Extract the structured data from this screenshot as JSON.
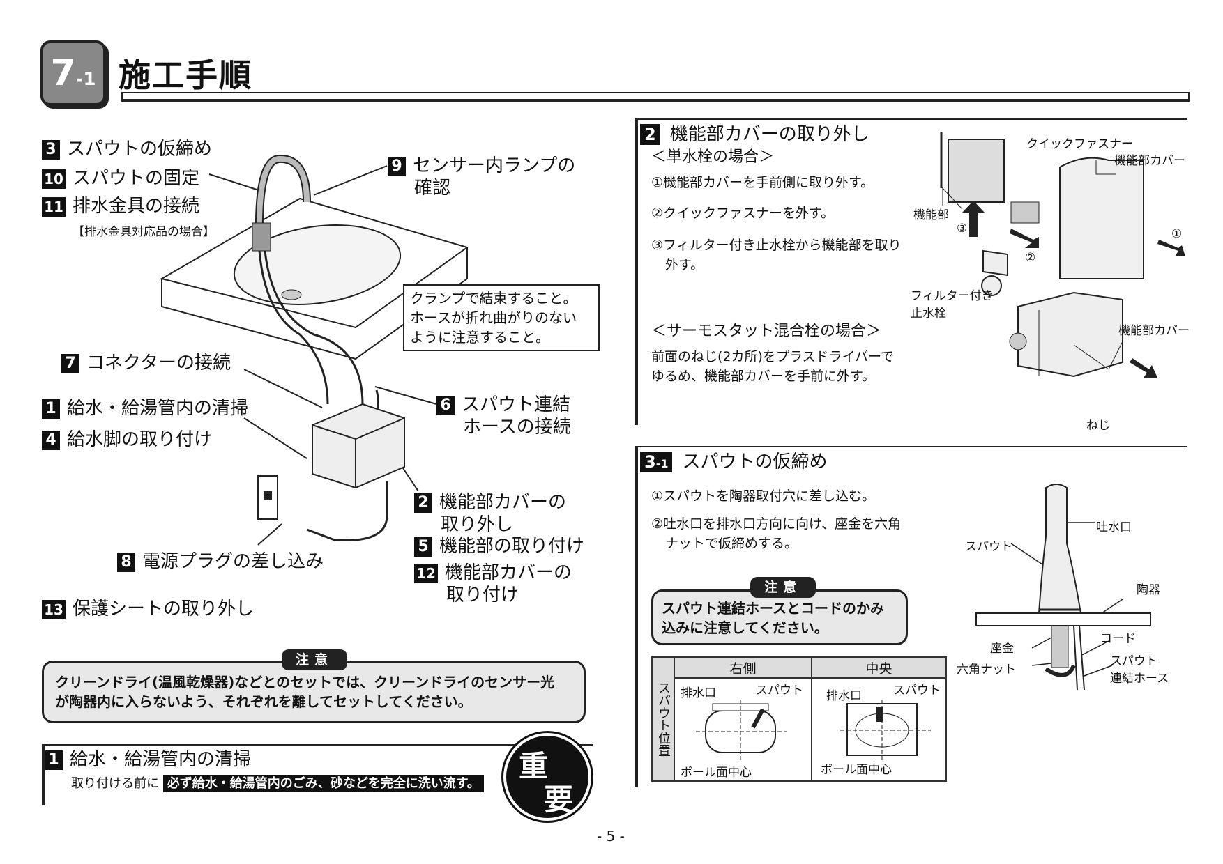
{
  "header": {
    "chapter": "7",
    "chapter_sub": "-1",
    "title": "施工手順"
  },
  "left": {
    "steps": [
      {
        "n": "3",
        "label": "スパウトの仮締め"
      },
      {
        "n": "10",
        "label": "スパウトの固定"
      },
      {
        "n": "11",
        "label": "排水金具の接続"
      },
      {
        "n": "7",
        "label": "コネクターの接続"
      },
      {
        "n": "1",
        "label": "給水・給湯管内の清掃"
      },
      {
        "n": "4",
        "label": "給水脚の取り付け"
      },
      {
        "n": "8",
        "label": "電源プラグの差し込み"
      },
      {
        "n": "13",
        "label": "保護シートの取り外し"
      },
      {
        "n": "9",
        "label": "センサー内ランプの",
        "label2": "確認"
      },
      {
        "n": "6",
        "label": "スパウト連結",
        "label2": "ホースの接続"
      },
      {
        "n": "2",
        "label": "機能部カバーの",
        "label2": "取り外し"
      },
      {
        "n": "5",
        "label": "機能部の取り付け"
      },
      {
        "n": "12",
        "label": "機能部カバーの",
        "label2": "取り付け"
      }
    ],
    "drain_note": "【排水金具対応品の場合】",
    "clamp_note": [
      "クランプで結束すること。",
      "ホースが折れ曲がりのない",
      "ように注意すること。"
    ],
    "caution_tag": "注意",
    "caution_text": [
      "クリーンドライ(温風乾燥器)などとのセットでは、クリーンドライのセンサー光",
      "が陶器内に入らないよう、それぞれを離してセットしてください。"
    ],
    "section1": {
      "n": "1",
      "title": "給水・給湯管内の清掃",
      "pre": "取り付ける前に",
      "highlight": "必ず給水・給湯管内のごみ、砂などを完全に洗い流す。"
    },
    "important": [
      "重",
      "要"
    ]
  },
  "right": {
    "s2": {
      "n": "2",
      "title": "機能部カバーの取り外し",
      "case1": "＜単水栓の場合＞",
      "step1": "①機能部カバーを手前側に取り外す。",
      "step2": "②クイックファスナーを外す。",
      "step3a": "③フィルター付き止水栓から機能部を取り",
      "step3b": "外す。",
      "case2": "＜サーモスタット混合栓の場合＞",
      "case2a": "前面のねじ(2カ所)をプラスドライバーで",
      "case2b": "ゆるめ、機能部カバーを手前に外す。",
      "callouts": {
        "quick": "クイックファスナー",
        "cover": "機能部カバー",
        "unit": "機能部",
        "filter1": "フィルター付き",
        "filter2": "止水栓",
        "cover2": "機能部カバー",
        "screw": "ねじ",
        "c1": "①",
        "c2": "②",
        "c3": "③"
      }
    },
    "s31": {
      "n": "3",
      "n_sub": "-1",
      "title": "スパウトの仮締め",
      "step1": "①スパウトを陶器取付穴に差し込む。",
      "step2a": "②吐水口を排水口方向に向け、座金を六角",
      "step2b": "ナットで仮締めする。",
      "caution_tag": "注意",
      "caution": [
        "スパウト連結ホースとコードのかみ",
        "込みに注意してください。"
      ],
      "table": {
        "side_label": "スパウト位置",
        "col1": "右側",
        "col2": "中央",
        "drain": "排水口",
        "spout": "スパウト",
        "center": "ボール面中心"
      },
      "callouts": {
        "outlet": "吐水口",
        "spout": "スパウト",
        "ceramic": "陶器",
        "cord": "コード",
        "washer": "座金",
        "nut": "六角ナット",
        "hose1": "スパウト",
        "hose2": "連結ホース"
      }
    }
  },
  "footer": {
    "page": "- 5 -"
  }
}
